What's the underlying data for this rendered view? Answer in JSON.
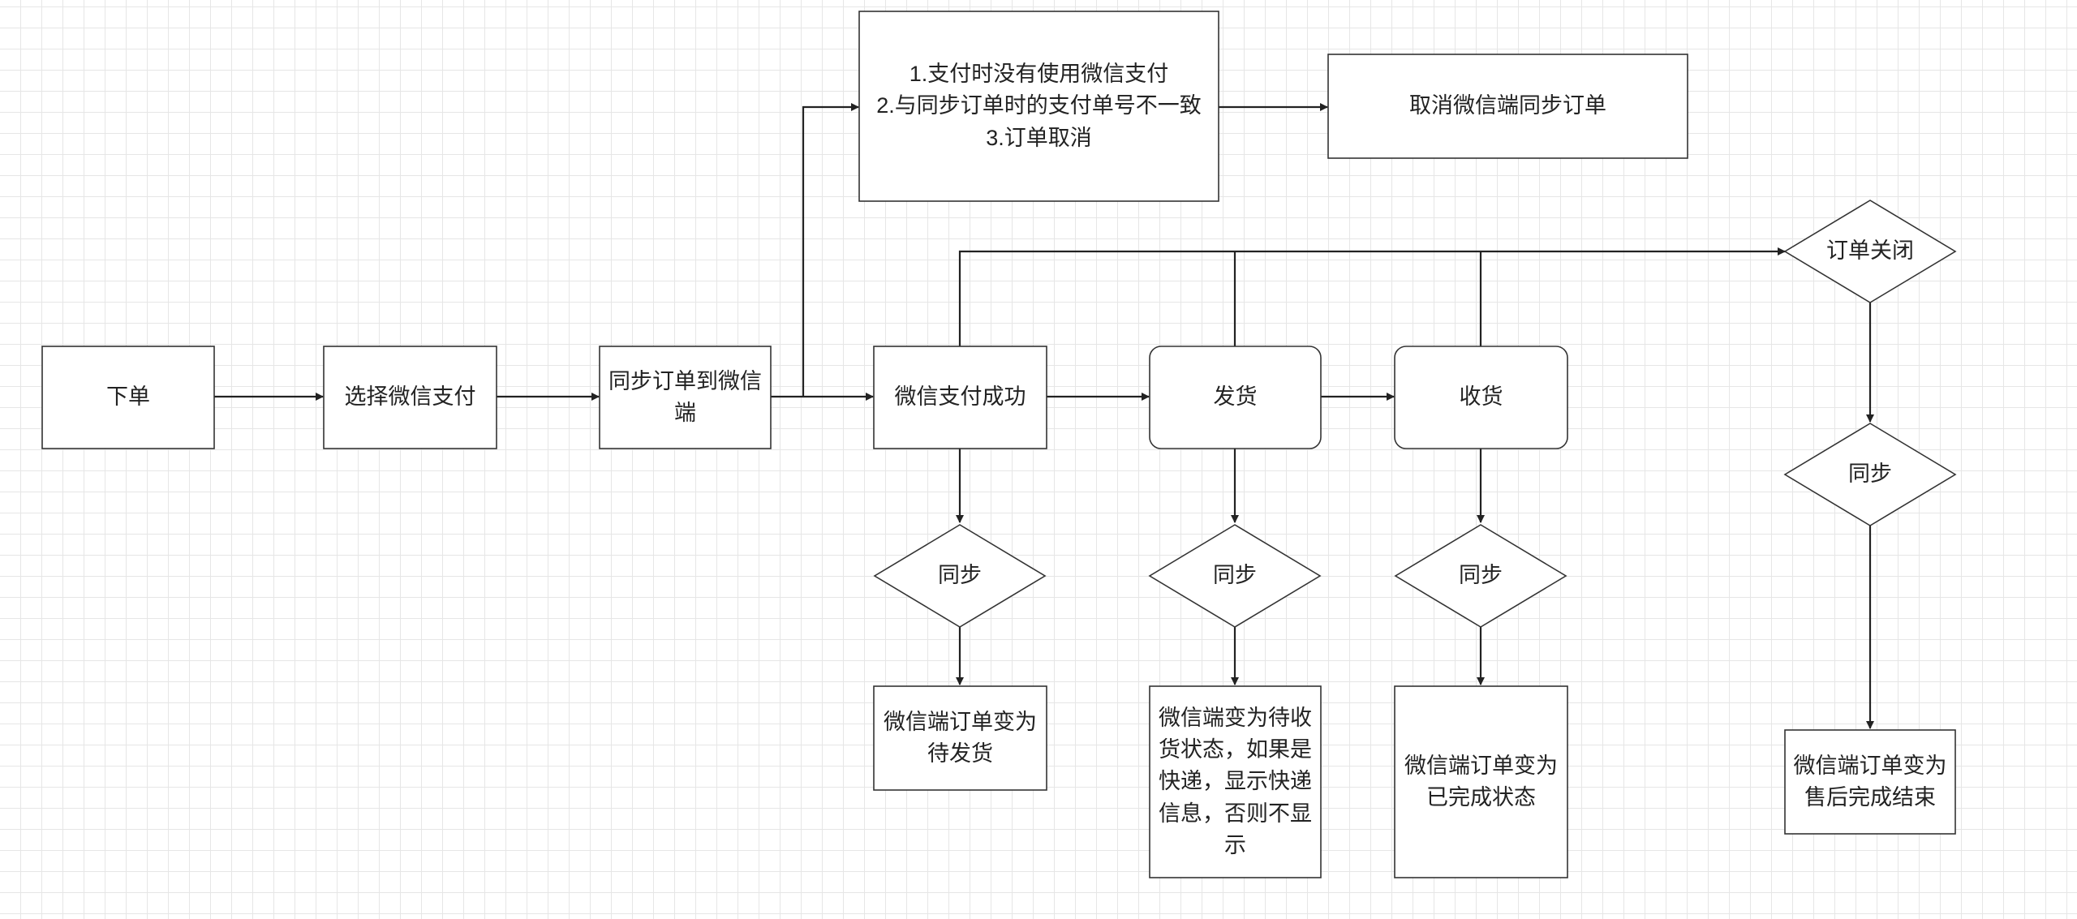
{
  "canvas": {
    "background": "#ffffff",
    "grid_color": "#e6e6e6",
    "stroke_color": "#333333"
  },
  "nodes": {
    "order": "下单",
    "choose_wechat_pay": "选择微信支付",
    "sync_order_wechat": "同步订单到微信端",
    "pay_success": "微信支付成功",
    "ship": "发货",
    "receive": "收货",
    "cancel_conditions": [
      "1.支付时没有使用微信支付",
      "2.与同步订单时的支付单号不一致",
      "3.订单取消"
    ],
    "cancel_sync": "取消微信端同步订单",
    "order_closed": "订单关闭",
    "sync_pay": "同步",
    "sync_ship": "同步",
    "sync_receive": "同步",
    "sync_close": "同步",
    "result_pay": "微信端订单变为待发货",
    "result_ship": "微信端变为待收货状态，如果是快递，显示快递信息，否则不显示",
    "result_receive": "微信端订单变为已完成状态",
    "result_close": "微信端订单变为售后完成结束"
  }
}
